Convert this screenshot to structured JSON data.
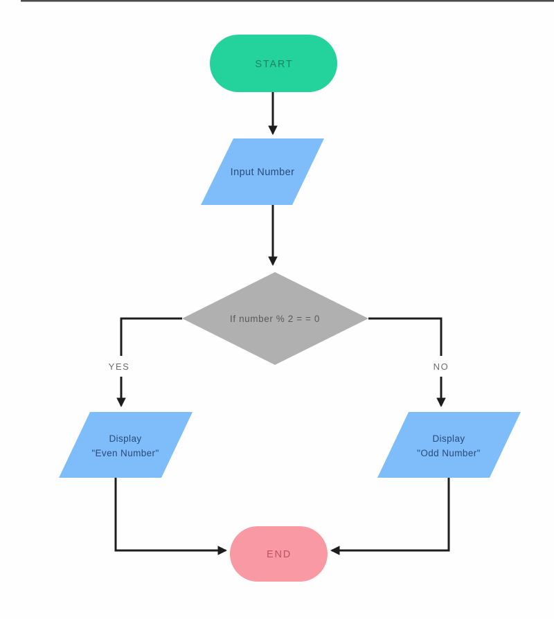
{
  "diagram": {
    "description": "Flowchart deciding whether an input number is even or odd",
    "colors": {
      "background": "#fefefe",
      "edge": "#1d1d1d",
      "start_fill": "#23d39b",
      "io_fill": "#7fbcfa",
      "decision_fill": "#b0b0b0",
      "end_fill": "#f899a4",
      "start_text": "#1f8062",
      "io_text": "#2a4a78",
      "decision_text": "#595959",
      "branch_label_text": "#6b6b6b",
      "end_text": "#c0525f",
      "top_artifact": "#2a2a2a"
    },
    "nodes": {
      "start": {
        "shape": "terminator",
        "label": "START"
      },
      "input_number": {
        "shape": "parallelogram",
        "label": "Input Number"
      },
      "decision": {
        "shape": "diamond",
        "label": "If number % 2 = = 0"
      },
      "display_even": {
        "shape": "parallelogram",
        "line1": "Display",
        "line2": "\"Even Number\""
      },
      "display_odd": {
        "shape": "parallelogram",
        "line1": "Display",
        "line2": "\"Odd Number\""
      },
      "end": {
        "shape": "terminator",
        "label": "END"
      }
    },
    "edges": {
      "start_to_input": {
        "from": "start",
        "to": "input_number",
        "label": ""
      },
      "input_to_decision": {
        "from": "input_number",
        "to": "decision",
        "label": ""
      },
      "decision_to_even": {
        "from": "decision",
        "to": "display_even",
        "label": "YES"
      },
      "decision_to_odd": {
        "from": "decision",
        "to": "display_odd",
        "label": "NO"
      },
      "even_to_end": {
        "from": "display_even",
        "to": "end",
        "label": ""
      },
      "odd_to_end": {
        "from": "display_odd",
        "to": "end",
        "label": ""
      }
    }
  }
}
